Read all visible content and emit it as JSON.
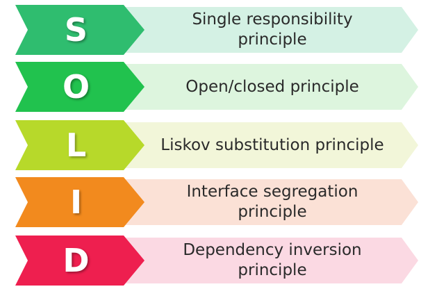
{
  "principles": [
    {
      "letter": "S",
      "name": "Single responsibility principle",
      "arrow_color": "#2fbd6f",
      "banner_color": "#d4f1e4"
    },
    {
      "letter": "O",
      "name": "Open/closed principle",
      "arrow_color": "#21c24e",
      "banner_color": "#ddf5de"
    },
    {
      "letter": "L",
      "name": "Liskov substitution principle",
      "arrow_color": "#b7d92a",
      "banner_color": "#f2f6d9"
    },
    {
      "letter": "I",
      "name": "Interface segregation principle",
      "arrow_color": "#f28a1e",
      "banner_color": "#fbe1d6"
    },
    {
      "letter": "D",
      "name": "Dependency inversion principle",
      "arrow_color": "#ee1f4f",
      "banner_color": "#fbd9e3"
    }
  ]
}
